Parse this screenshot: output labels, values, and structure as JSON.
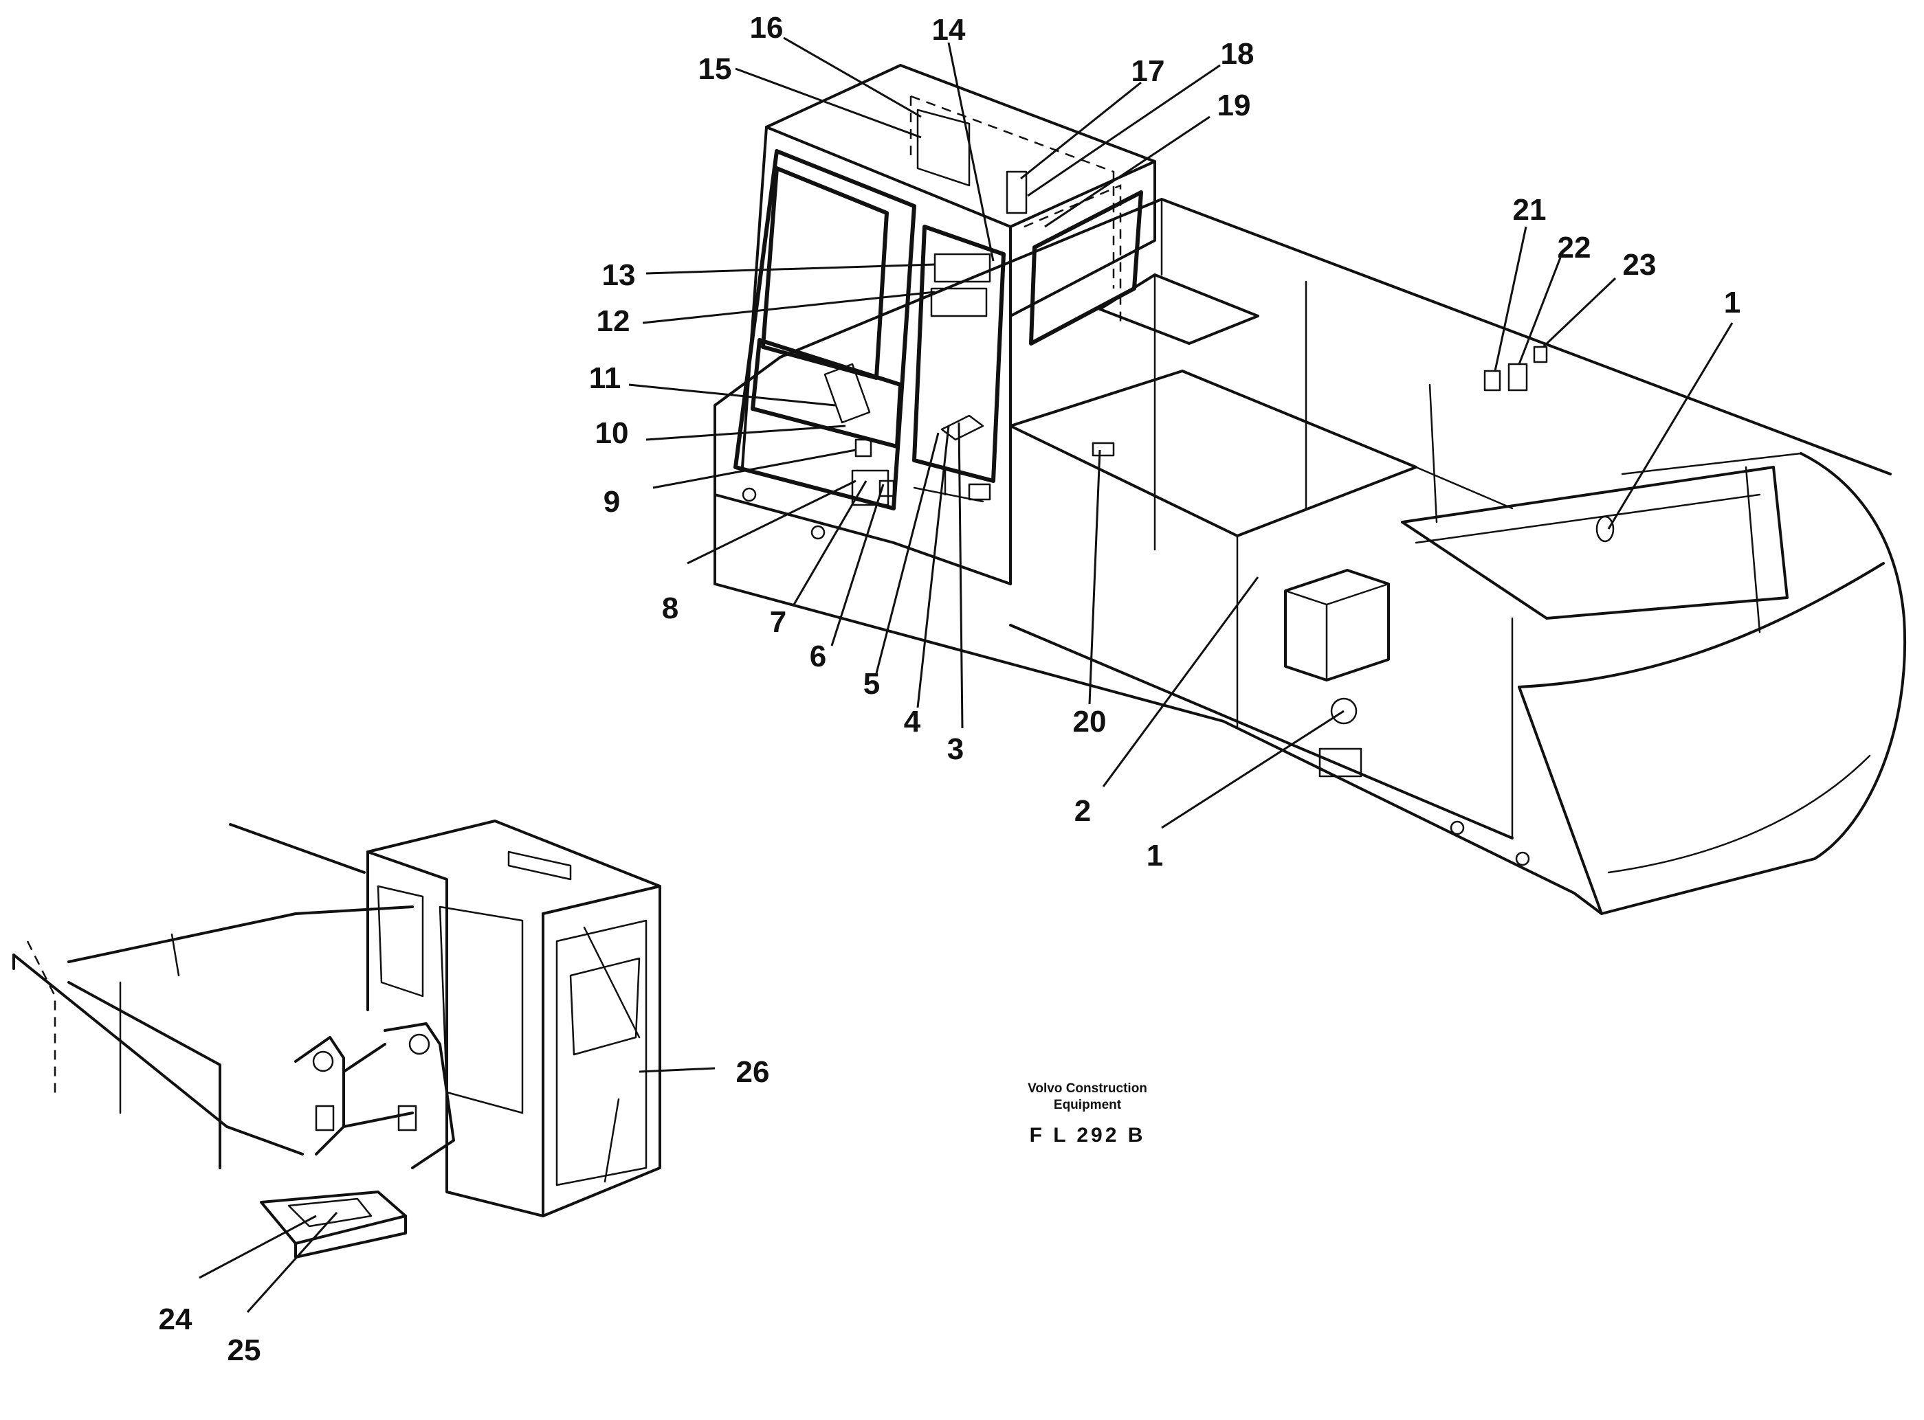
{
  "callouts": [
    "1",
    "2",
    "3",
    "4",
    "5",
    "6",
    "7",
    "8",
    "9",
    "10",
    "11",
    "12",
    "13",
    "14",
    "15",
    "16",
    "17",
    "18",
    "19",
    "20",
    "21",
    "22",
    "23",
    "24",
    "25",
    "26"
  ],
  "brand": {
    "line1": "Volvo Construction",
    "line2": "Equipment"
  },
  "drawing_code": "F L 292  B"
}
